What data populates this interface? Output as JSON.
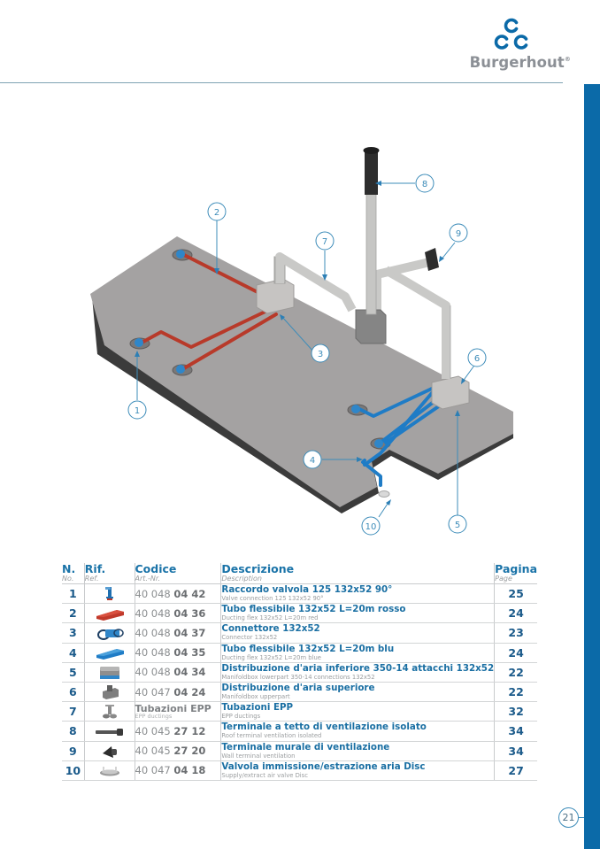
{
  "brand": {
    "name": "Burgerhout",
    "registered_mark": "®",
    "logo_icon": "three-c-rings-logo-icon",
    "accent_color": "#0b6aa8",
    "heading_color": "#1a73a8"
  },
  "page": {
    "number": "21"
  },
  "diagram": {
    "description": "Isometric installation schematic of ventilation ducting on a floor slab",
    "callouts": [
      "1",
      "2",
      "3",
      "4",
      "5",
      "6",
      "7",
      "8",
      "9",
      "10"
    ],
    "colors": {
      "slab": "#a3a1a1",
      "duct_red": "#b83a2a",
      "duct_blue": "#1f7cc6",
      "epp_pipe": "#c9c9c7",
      "callout": "#3d8cb9"
    }
  },
  "table": {
    "headers": {
      "n": {
        "label": "N.",
        "sub": "No."
      },
      "ref": {
        "label": "Rif.",
        "sub": "Ref."
      },
      "code": {
        "label": "Codice",
        "sub": "Art.-Nr."
      },
      "desc": {
        "label": "Descrizione",
        "sub": "Description"
      },
      "page": {
        "label": "Pagina",
        "sub": "Page"
      }
    },
    "rows": [
      {
        "n": "1",
        "thumb": "valve-connection-icon",
        "code_prefix": "40 048",
        "code_suffix": "04 42",
        "desc_it": "Raccordo valvola 125 132x52 90°",
        "desc_en": "Valve connection 125 132x52 90°",
        "page": "25"
      },
      {
        "n": "2",
        "thumb": "red-flex-duct-icon",
        "code_prefix": "40 048",
        "code_suffix": "04 36",
        "desc_it": "Tubo flessibile 132x52 L=20m rosso",
        "desc_en": "Ducting flex 132x52 L=20m red",
        "page": "24"
      },
      {
        "n": "3",
        "thumb": "connector-icon",
        "code_prefix": "40 048",
        "code_suffix": "04 37",
        "desc_it": "Connettore 132x52",
        "desc_en": "Connector 132x52",
        "page": "23"
      },
      {
        "n": "4",
        "thumb": "blue-flex-duct-icon",
        "code_prefix": "40 048",
        "code_suffix": "04 35",
        "desc_it": "Tubo flessibile 132x52 L=20m blu",
        "desc_en": "Ducting flex 132x52 L=20m blue",
        "page": "24"
      },
      {
        "n": "5",
        "thumb": "manifold-lower-icon",
        "code_prefix": "40 048",
        "code_suffix": "04 34",
        "desc_it": "Distribuzione d'aria inferiore 350-14 attacchi 132x52",
        "desc_en": "Manifoldbox lowerpart 350-14 connections 132x52",
        "page": "22"
      },
      {
        "n": "6",
        "thumb": "manifold-upper-icon",
        "code_prefix": "40 047",
        "code_suffix": "04 24",
        "desc_it": "Distribuzione d'aria superiore",
        "desc_en": "Manifoldbox upperpart",
        "page": "22"
      },
      {
        "n": "7",
        "thumb": "epp-ducting-icon",
        "code_text": "Tubazioni EPP",
        "code_sub": "EPP ductings",
        "desc_it": "Tubazioni EPP",
        "desc_en": "EPP ductings",
        "page": "32"
      },
      {
        "n": "8",
        "thumb": "roof-terminal-icon",
        "code_prefix": "40 045",
        "code_suffix": "27 12",
        "desc_it": "Terminale a tetto di ventilazione isolato",
        "desc_en": "Roof terminal ventilation isolated",
        "page": "34"
      },
      {
        "n": "9",
        "thumb": "wall-terminal-icon",
        "code_prefix": "40 045",
        "code_suffix": "27 20",
        "desc_it": "Terminale murale di ventilazione",
        "desc_en": "Wall terminal ventilation",
        "page": "34"
      },
      {
        "n": "10",
        "thumb": "disc-valve-icon",
        "code_prefix": "40 047",
        "code_suffix": "04 18",
        "desc_it": "Valvola immissione/estrazione aria Disc",
        "desc_en": "Supply/extract air valve Disc",
        "page": "27"
      }
    ]
  }
}
